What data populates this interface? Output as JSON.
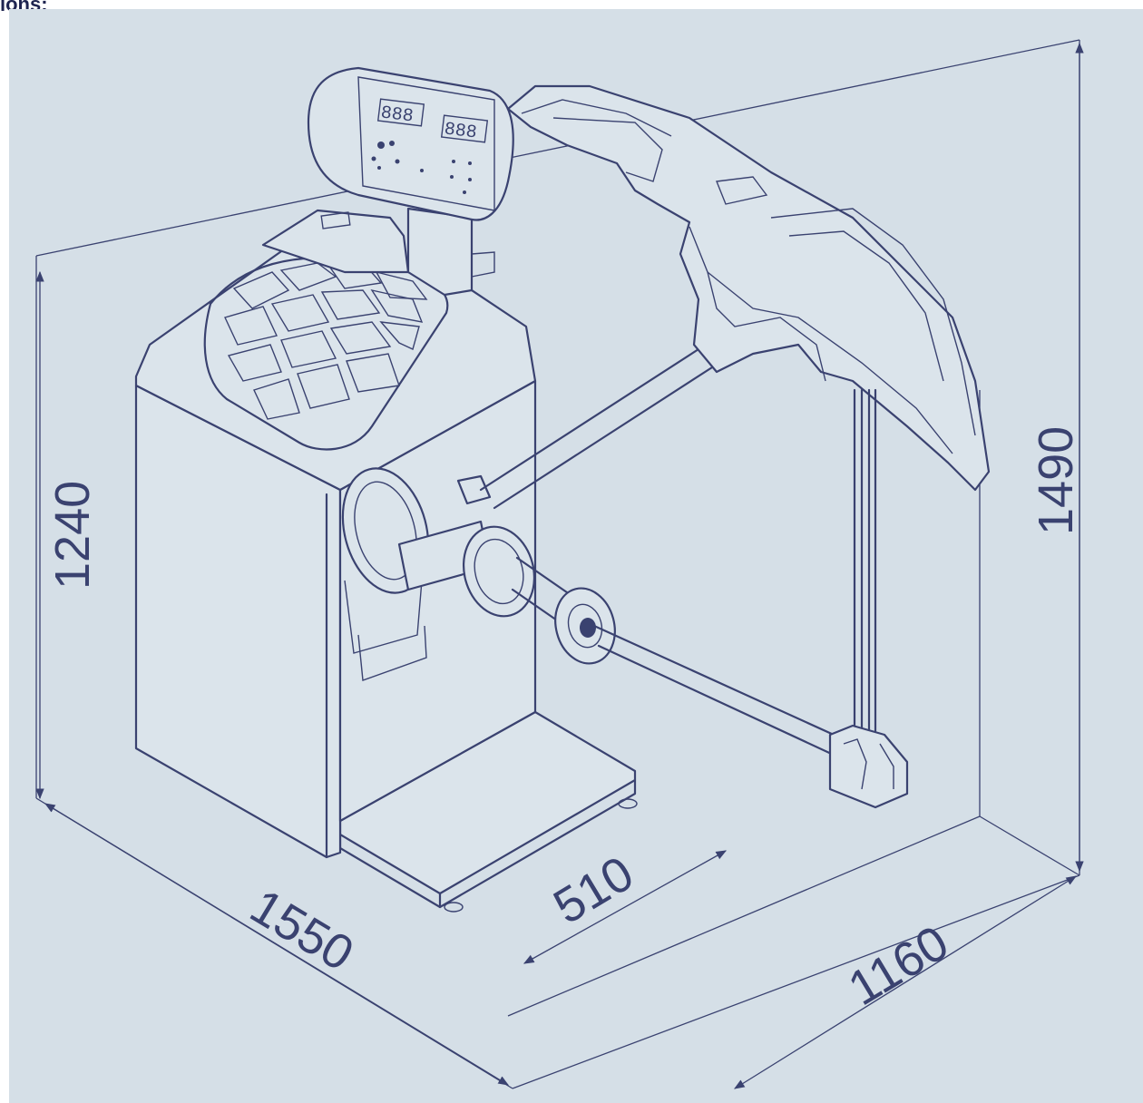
{
  "header": {
    "label": "ions:"
  },
  "dimensions": {
    "height_total": "1490",
    "height_body": "1240",
    "width_total": "1550",
    "depth_total": "1160",
    "base_width": "510"
  },
  "colors": {
    "background": "#d5dfe7",
    "line": "#3a4270"
  }
}
